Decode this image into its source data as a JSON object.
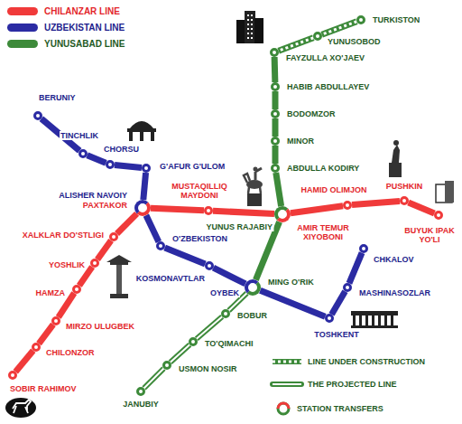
{
  "diagram": {
    "nodes": [
      {
        "text": [
          "BERUNIY"
        ]
      },
      {
        "text": [
          "TINCHLIK"
        ]
      },
      {
        "text": [
          "CHORSU"
        ]
      },
      {
        "text": [
          "G'AFUR G'ULOM"
        ]
      },
      {
        "text": [
          "ALISHER NAVOIY",
          "PAXTAKOR"
        ]
      },
      {
        "text": [
          "O'ZBEKISTON"
        ]
      },
      {
        "text": [
          "KOSMONAVTLAR"
        ]
      },
      {
        "text": [
          "OYBEK",
          "MING O'RIK"
        ]
      },
      {
        "text": [
          "TOSHKENT"
        ]
      },
      {
        "text": [
          "MASHINASOZLAR"
        ]
      },
      {
        "text": [
          "CHKALOV"
        ]
      },
      {
        "text": [
          "SOBIR RAHIMOV"
        ]
      },
      {
        "text": [
          "CHILONZOR"
        ]
      },
      {
        "text": [
          "MIRZO ULUGBEK"
        ]
      },
      {
        "text": [
          "HAMZA"
        ]
      },
      {
        "text": [
          "YOSHLIK"
        ]
      },
      {
        "text": [
          "XALKLAR DO'STLIGI"
        ]
      },
      {
        "text": [
          "MUSTAQILLIQ MAYDONI"
        ]
      },
      {
        "text": [
          "YUNUS RAJABIY",
          "AMIR TEMUR XIYOBONI"
        ]
      },
      {
        "text": [
          "HAMID OLIMJON"
        ]
      },
      {
        "text": [
          "PUSHKIN"
        ]
      },
      {
        "text": [
          "BUYUK IPAK YO'LI"
        ]
      },
      {
        "text": [
          "TURKISTON"
        ]
      },
      {
        "text": [
          "YUNUSOBOD"
        ]
      },
      {
        "text": [
          "FAYZULLA XO'JAEV"
        ]
      },
      {
        "text": [
          "HABIB ABDULLAYEV"
        ]
      },
      {
        "text": [
          "BODOMZOR"
        ]
      },
      {
        "text": [
          "MINOR"
        ]
      },
      {
        "text": [
          "ABDULLA KODIRY"
        ]
      },
      {
        "text": [
          "BOBUR"
        ]
      },
      {
        "text": [
          "TO'QIMACHI"
        ]
      },
      {
        "text": [
          "USMON NOSIR"
        ]
      },
      {
        "text": [
          "JANUBIY"
        ]
      }
    ],
    "edges": [
      {
        "from": 0,
        "to": 1,
        "arrow": "none"
      },
      {
        "from": 1,
        "to": 2,
        "arrow": "none"
      },
      {
        "from": 2,
        "to": 3,
        "arrow": "none"
      },
      {
        "from": 3,
        "to": 4,
        "arrow": "none"
      },
      {
        "from": 4,
        "to": 5,
        "arrow": "none"
      },
      {
        "from": 5,
        "to": 6,
        "arrow": "none"
      },
      {
        "from": 6,
        "to": 7,
        "arrow": "none"
      },
      {
        "from": 7,
        "to": 8,
        "arrow": "none"
      },
      {
        "from": 8,
        "to": 9,
        "arrow": "none"
      },
      {
        "from": 9,
        "to": 10,
        "arrow": "none"
      },
      {
        "from": 11,
        "to": 12,
        "arrow": "none"
      },
      {
        "from": 12,
        "to": 13,
        "arrow": "none"
      },
      {
        "from": 13,
        "to": 14,
        "arrow": "none"
      },
      {
        "from": 14,
        "to": 15,
        "arrow": "none"
      },
      {
        "from": 15,
        "to": 16,
        "arrow": "none"
      },
      {
        "from": 16,
        "to": 4,
        "arrow": "none"
      },
      {
        "from": 4,
        "to": 17,
        "arrow": "none"
      },
      {
        "from": 17,
        "to": 18,
        "arrow": "none"
      },
      {
        "from": 18,
        "to": 19,
        "arrow": "none"
      },
      {
        "from": 19,
        "to": 20,
        "arrow": "none"
      },
      {
        "from": 20,
        "to": 21,
        "arrow": "none"
      },
      {
        "from": 22,
        "to": 23,
        "arrow": "none"
      },
      {
        "from": 23,
        "to": 24,
        "arrow": "none"
      },
      {
        "from": 24,
        "to": 25,
        "arrow": "none"
      },
      {
        "from": 25,
        "to": 26,
        "arrow": "none"
      },
      {
        "from": 26,
        "to": 27,
        "arrow": "none"
      },
      {
        "from": 27,
        "to": 28,
        "arrow": "none"
      },
      {
        "from": 28,
        "to": 18,
        "arrow": "none"
      },
      {
        "from": 18,
        "to": 7,
        "arrow": "none"
      },
      {
        "from": 7,
        "to": 29,
        "arrow": "none"
      },
      {
        "from": 29,
        "to": 30,
        "arrow": "none"
      },
      {
        "from": 30,
        "to": 31,
        "arrow": "none"
      },
      {
        "from": 31,
        "to": 32,
        "arrow": "none"
      }
    ],
    "legend": [
      {
        "text": "CHILANZAR LINE",
        "color": "#f03a3a"
      },
      {
        "text": "UZBEKISTAN LINE",
        "color": "#2b2ba3"
      },
      {
        "text": "YUNUSABAD LINE",
        "color": "#3d8a3a"
      },
      {
        "text": "LINE UNDER CONSTRUCTION"
      },
      {
        "text": "THE PROJECTED LINE"
      },
      {
        "text": "STATION TRANSFERS"
      }
    ]
  }
}
